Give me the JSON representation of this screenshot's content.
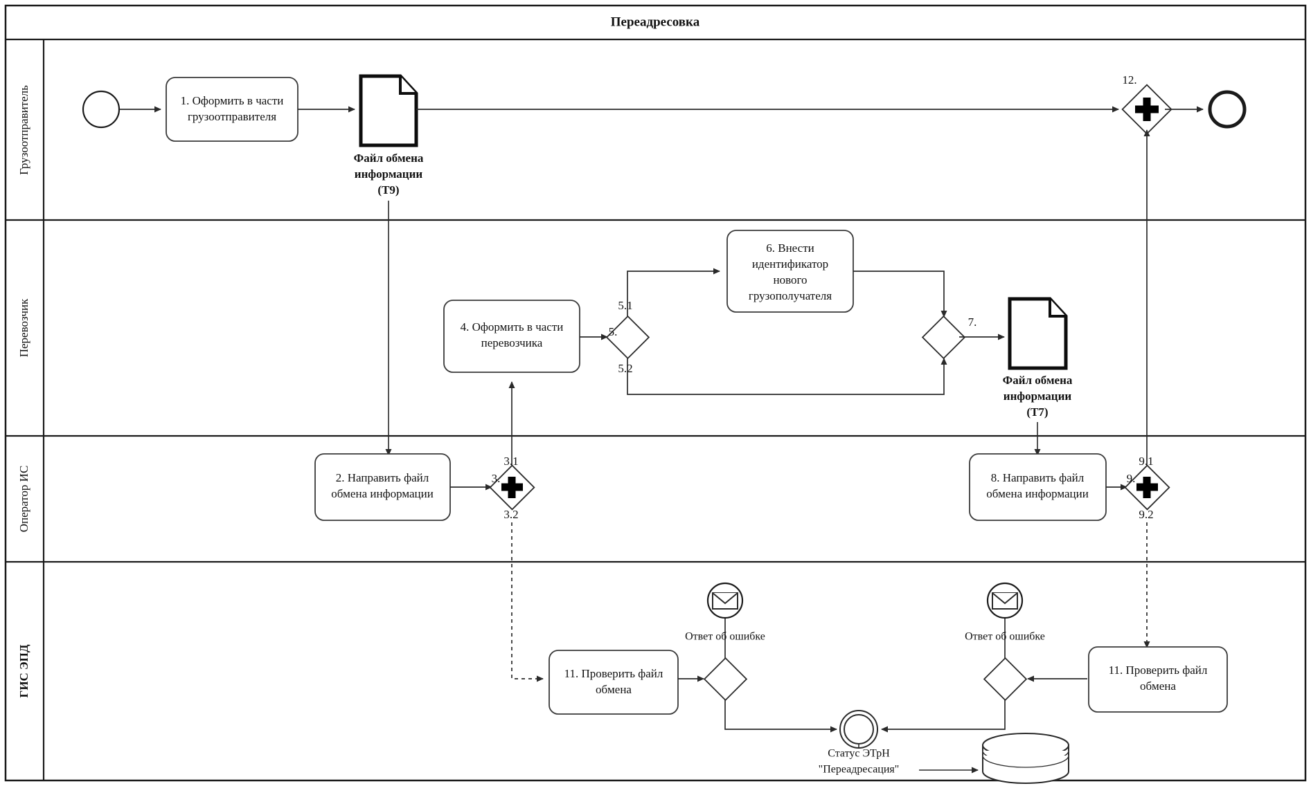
{
  "diagram": {
    "title": "Переадресовка",
    "type": "bpmn-collaboration-diagram",
    "lanes": [
      {
        "id": "lane-shipper",
        "label": "Грузоотправитель"
      },
      {
        "id": "lane-carrier",
        "label": "Перевозчик"
      },
      {
        "id": "lane-operator",
        "label": "Оператор ИС"
      },
      {
        "id": "lane-gis",
        "label": "ГИС ЭПД"
      }
    ],
    "tasks": [
      {
        "id": "task-1",
        "label": "1. Оформить в части грузоотправителя",
        "lines": [
          "1. Оформить в части",
          "грузоотправителя"
        ]
      },
      {
        "id": "task-4",
        "label": "4. Оформить в части перевозчика",
        "lines": [
          "4. Оформить в части",
          "перевозчика"
        ]
      },
      {
        "id": "task-6",
        "label": "6. Внести идентификатор нового грузополучателя",
        "lines": [
          "6. Внести",
          "идентификатор",
          "нового",
          "грузополучателя"
        ]
      },
      {
        "id": "task-2",
        "label": "2. Направить файл обмена  информации",
        "lines": [
          "2. Направить файл",
          "обмена  информации"
        ]
      },
      {
        "id": "task-8",
        "label": "8. Направить файл обмена информации",
        "lines": [
          "8. Направить файл",
          "обмена информации"
        ]
      },
      {
        "id": "task-11-left",
        "label": "11. Проверить файл обмена",
        "lines": [
          "11. Проверить файл",
          "обмена"
        ]
      },
      {
        "id": "task-11-right",
        "label": "11. Проверить файл обмена",
        "lines": [
          "11. Проверить файл",
          "обмена"
        ]
      }
    ],
    "data_objects": [
      {
        "id": "doc-t9",
        "label": "Файл обмена информации (Т9)",
        "lines": [
          "Файл обмена",
          "информации",
          "(Т9)"
        ]
      },
      {
        "id": "doc-t7",
        "label": "Файл обмена информации (Т7)",
        "lines": [
          "Файл обмена",
          "информации",
          "(Т7)"
        ]
      }
    ],
    "gateways": [
      {
        "id": "gw-3",
        "label": "3.",
        "kind": "parallel",
        "outputs": [
          "3.1",
          "3.2"
        ]
      },
      {
        "id": "gw-5",
        "label": "5.",
        "kind": "exclusive",
        "outputs": [
          "5.1",
          "5.2"
        ]
      },
      {
        "id": "gw-7",
        "label": "7.",
        "kind": "exclusive",
        "outputs": []
      },
      {
        "id": "gw-9",
        "label": "9.",
        "kind": "parallel",
        "outputs": [
          "9.1",
          "9.2"
        ]
      },
      {
        "id": "gw-12",
        "label": "12.",
        "kind": "parallel",
        "outputs": []
      },
      {
        "id": "gw-check-left",
        "label": "",
        "kind": "exclusive",
        "outputs": []
      },
      {
        "id": "gw-check-right",
        "label": "",
        "kind": "exclusive",
        "outputs": []
      }
    ],
    "events": [
      {
        "id": "event-start",
        "kind": "start",
        "label": ""
      },
      {
        "id": "event-end",
        "kind": "end",
        "label": ""
      },
      {
        "id": "event-error-left",
        "kind": "message-end",
        "label": "Ответ об ошибке"
      },
      {
        "id": "event-error-right",
        "kind": "message-end",
        "label": "Ответ об ошибке"
      },
      {
        "id": "event-status",
        "kind": "intermediate",
        "label": "Статус ЭТрН \"Переадресация\"",
        "lines": [
          "Статус ЭТрН",
          "\"Переадресация\""
        ]
      }
    ],
    "data_stores": [
      {
        "id": "datastore-gis",
        "label": ""
      }
    ],
    "colors": {
      "stroke": "#1a1a1a",
      "background": "#ffffff",
      "text": "#111111"
    }
  }
}
